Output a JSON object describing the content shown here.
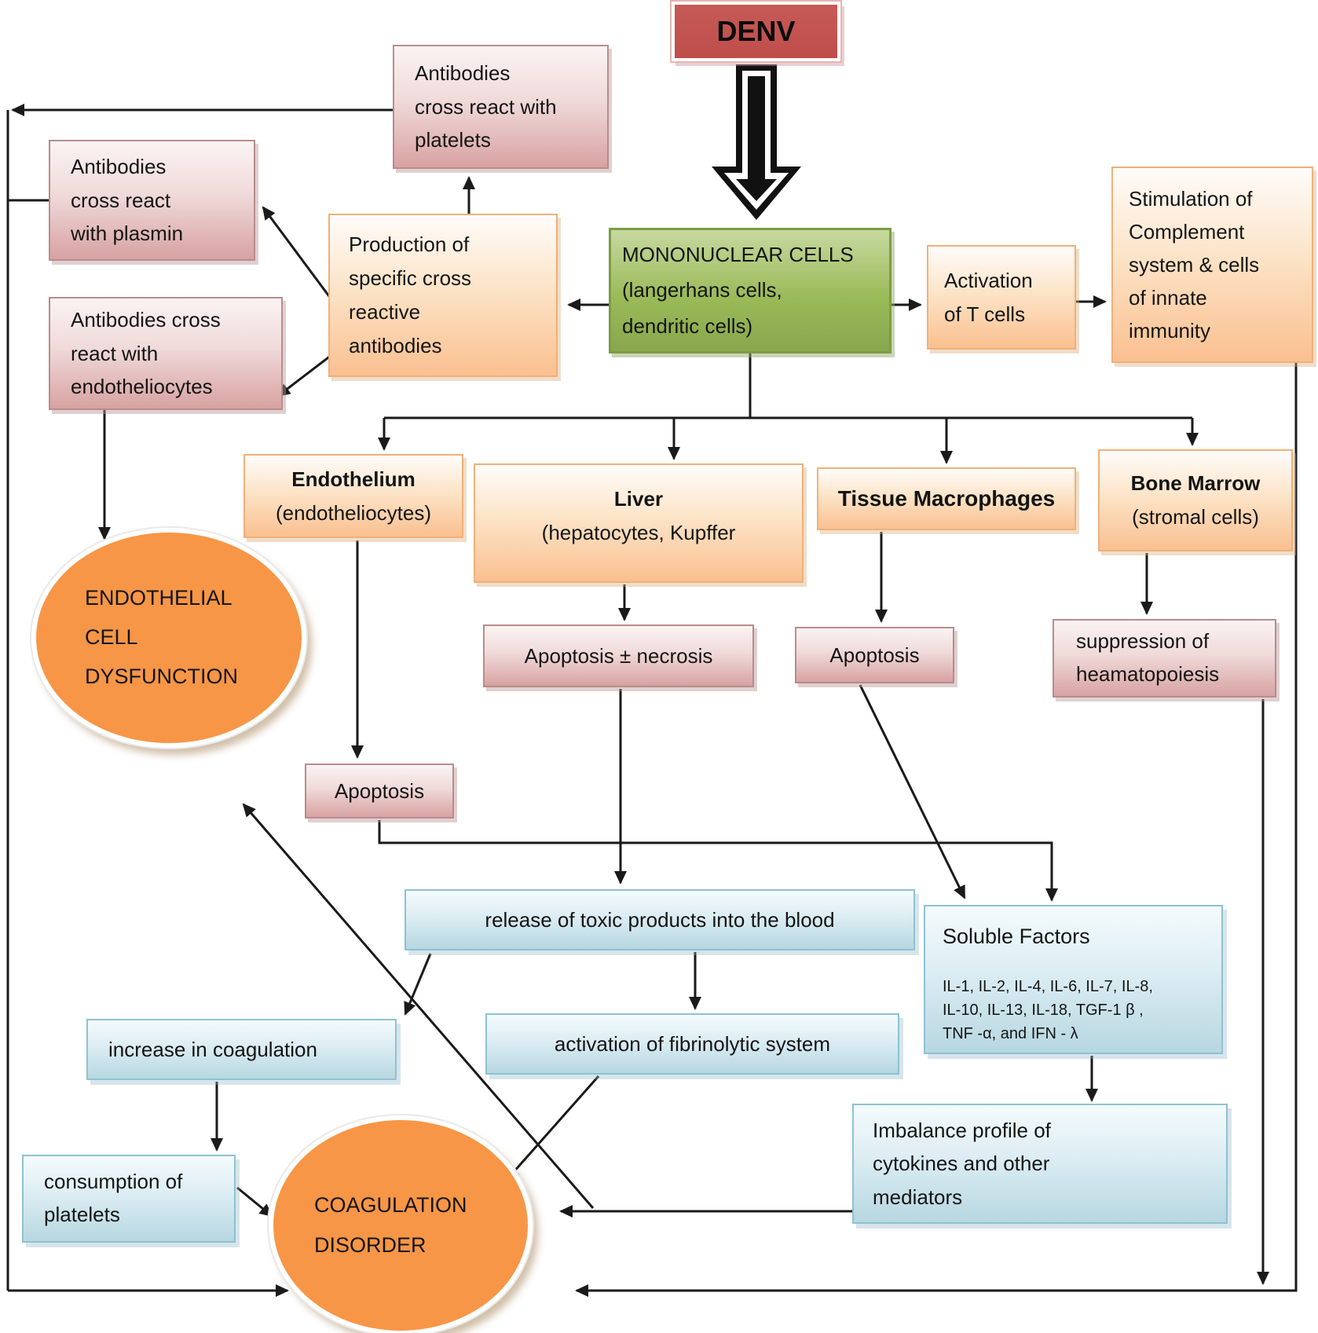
{
  "diagram_title": "DENV dengue virus pathogenesis flowchart",
  "palette": {
    "denv_red": "#c0504d",
    "mononuclear_green": "#9bbb59",
    "organ_orange": "#fac090",
    "outcome_pink": "#d8a2a2",
    "process_blue": "#b7d7e1",
    "ellipse_orange": "#f79646",
    "connector_black": "#1a1a1a"
  },
  "nodes": {
    "denv": {
      "label": "DENV"
    },
    "mononuclear": {
      "lines": [
        "MONONUCLEAR CELLS",
        "(langerhans cells,",
        "dendritic cells)"
      ]
    },
    "ab_platelets": {
      "lines": [
        "Antibodies",
        "cross react with",
        "platelets"
      ]
    },
    "ab_plasmin": {
      "lines": [
        "Antibodies",
        "cross react",
        "with plasmin"
      ]
    },
    "ab_endotheliocytes": {
      "lines": [
        "Antibodies cross",
        "react with",
        "endotheliocytes"
      ]
    },
    "production": {
      "lines": [
        "Production of",
        "specific cross",
        "reactive",
        "antibodies"
      ]
    },
    "t_cells": {
      "lines": [
        "Activation",
        "of T cells"
      ]
    },
    "stimulation": {
      "lines": [
        "Stimulation of",
        "Complement",
        "system & cells",
        "of innate",
        "immunity"
      ]
    },
    "endothelium": {
      "title": "Endothelium",
      "subtitle": "(endotheliocytes)"
    },
    "liver": {
      "title": "Liver",
      "subtitle": "(hepatocytes, Kupffer"
    },
    "tissue_macrophages": {
      "title": "Tissue Macrophages"
    },
    "bone_marrow": {
      "title": "Bone Marrow",
      "subtitle": "(stromal cells)"
    },
    "endothelial_dysfunction": {
      "lines": [
        "ENDOTHELIAL",
        "CELL",
        "DYSFUNCTION"
      ]
    },
    "apoptosis_necrosis": {
      "label": "Apoptosis ± necrosis"
    },
    "apoptosis_tm": {
      "label": "Apoptosis"
    },
    "suppression": {
      "lines": [
        "suppression of",
        "heamatopoiesis"
      ]
    },
    "apoptosis_endo": {
      "label": "Apoptosis"
    },
    "release_toxic": {
      "label": "release of toxic products into the blood"
    },
    "soluble_factors": {
      "title": "Soluble Factors",
      "lines": [
        "IL-1, IL-2, IL-4, IL-6, IL-7, IL-8,",
        "IL-10, IL-13, IL-18, TGF-1 β ,",
        "TNF -α, and IFN - λ"
      ]
    },
    "increase_coagulation": {
      "label": "increase in coagulation"
    },
    "fibrinolytic": {
      "label": "activation of fibrinolytic system"
    },
    "consumption": {
      "lines": [
        "consumption of",
        "platelets"
      ]
    },
    "coagulation_disorder": {
      "lines": [
        "COAGULATION",
        "DISORDER"
      ]
    },
    "imbalance": {
      "lines": [
        "Imbalance profile of",
        "cytokines and other",
        "mediators"
      ]
    }
  }
}
